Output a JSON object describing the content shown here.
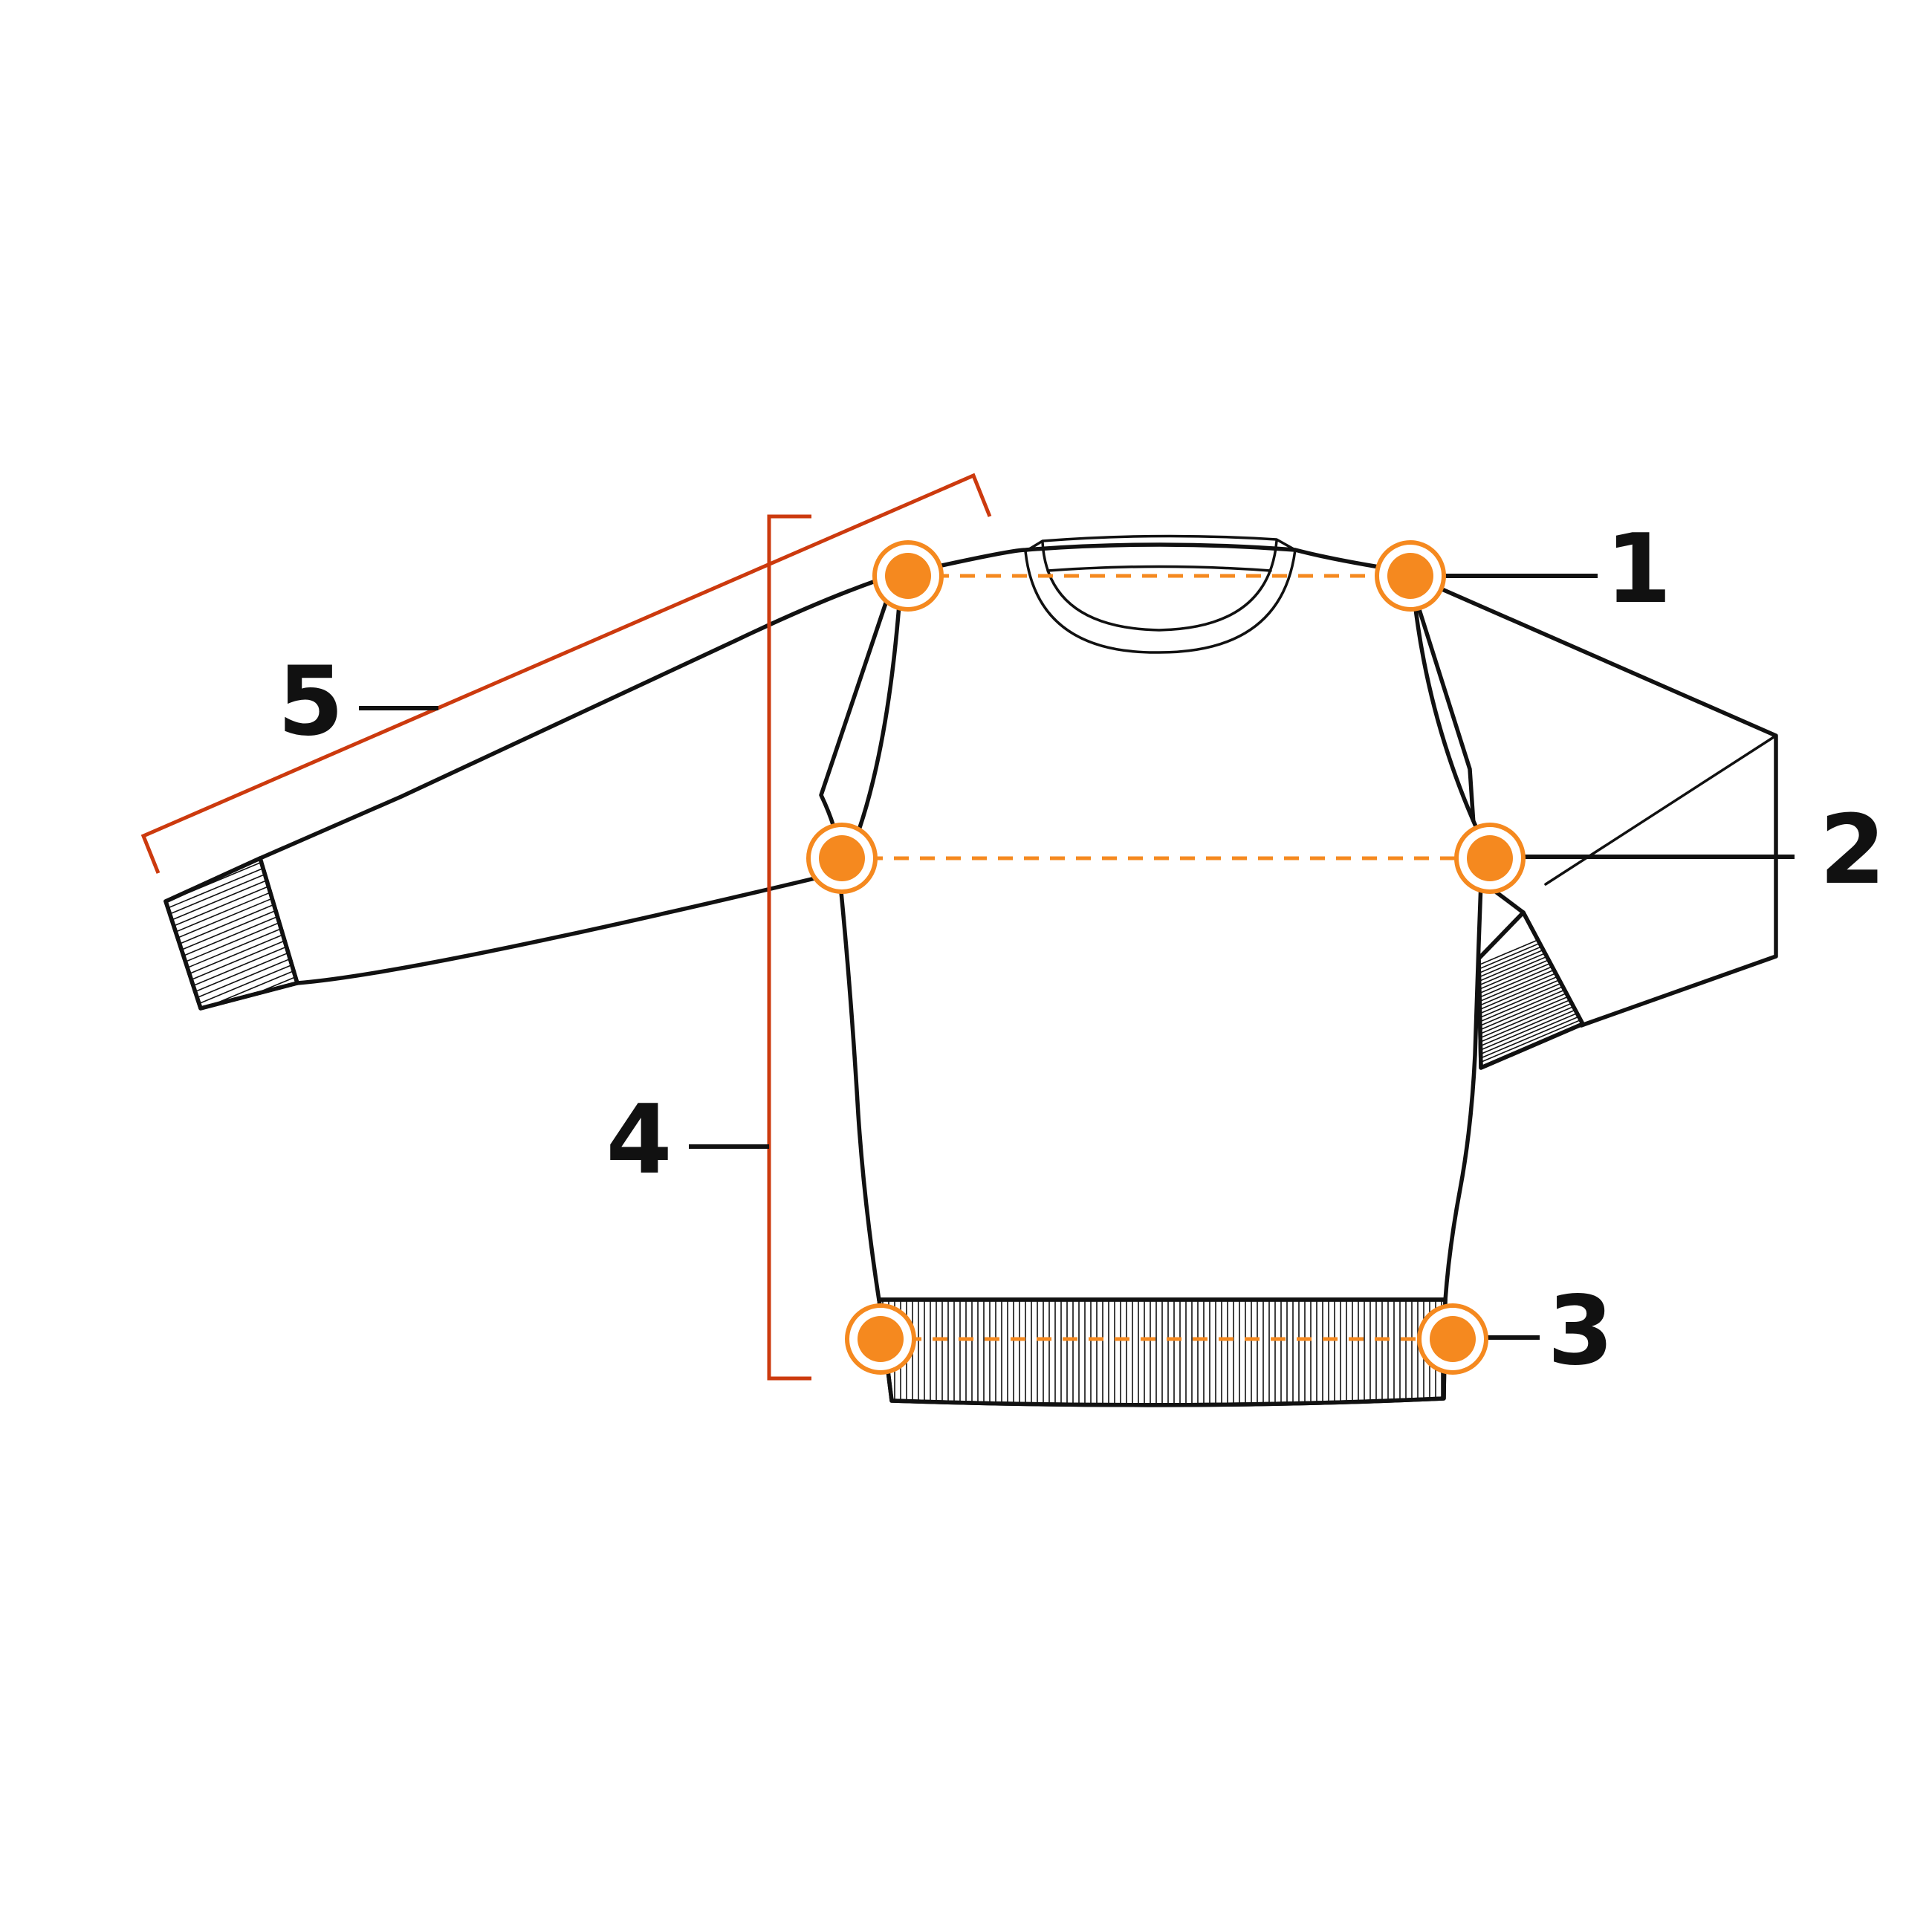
{
  "colors": {
    "outline": "#111111",
    "measure_accent": "#f5891f",
    "bracket": "#cc3a0e",
    "background": "#ffffff"
  },
  "labels": {
    "label_1": "1",
    "label_2": "2",
    "label_3": "3",
    "label_4": "4",
    "label_5": "5"
  }
}
